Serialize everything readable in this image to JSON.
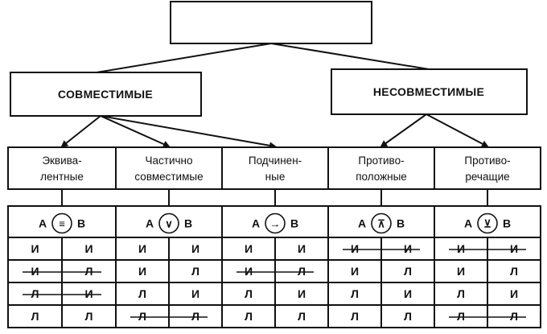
{
  "root": {
    "label": ""
  },
  "groups": [
    {
      "id": "compatible",
      "label": "СОВМЕСТИМЫЕ"
    },
    {
      "id": "incompatible",
      "label": "НЕСОВМЕСТИМЫЕ"
    }
  ],
  "categories": [
    {
      "line1": "Эквива-",
      "line2": "лентные",
      "group": "compatible",
      "a": "А",
      "b": "В",
      "operator": "≡",
      "rows": [
        [
          "И",
          "И"
        ],
        [
          "И",
          "Л"
        ],
        [
          "Л",
          "И"
        ],
        [
          "Л",
          "Л"
        ]
      ],
      "struck": [
        false,
        true,
        true,
        false
      ]
    },
    {
      "line1": "Частично",
      "line2": "совместимые",
      "group": "compatible",
      "a": "А",
      "b": "В",
      "operator": "∨",
      "rows": [
        [
          "И",
          "И"
        ],
        [
          "И",
          "Л"
        ],
        [
          "Л",
          "И"
        ],
        [
          "Л",
          "Л"
        ]
      ],
      "struck": [
        false,
        false,
        false,
        true
      ]
    },
    {
      "line1": "Подчинен-",
      "line2": "ные",
      "group": "compatible",
      "a": "А",
      "b": "В",
      "operator": "→",
      "rows": [
        [
          "И",
          "И"
        ],
        [
          "И",
          "Л"
        ],
        [
          "Л",
          "И"
        ],
        [
          "Л",
          "Л"
        ]
      ],
      "struck": [
        false,
        true,
        false,
        false
      ]
    },
    {
      "line1": "Противо-",
      "line2": "положные",
      "group": "incompatible",
      "a": "А",
      "b": "В",
      "operator": "⊼",
      "rows": [
        [
          "И",
          "И"
        ],
        [
          "И",
          "Л"
        ],
        [
          "Л",
          "И"
        ],
        [
          "Л",
          "Л"
        ]
      ],
      "struck": [
        true,
        false,
        false,
        false
      ]
    },
    {
      "line1": "Противо-",
      "line2": "речащие",
      "group": "incompatible",
      "a": "А",
      "b": "В",
      "operator": "⊻",
      "rows": [
        [
          "И",
          "И"
        ],
        [
          "И",
          "Л"
        ],
        [
          "Л",
          "И"
        ],
        [
          "Л",
          "Л"
        ]
      ],
      "struck": [
        true,
        false,
        false,
        true
      ]
    }
  ]
}
